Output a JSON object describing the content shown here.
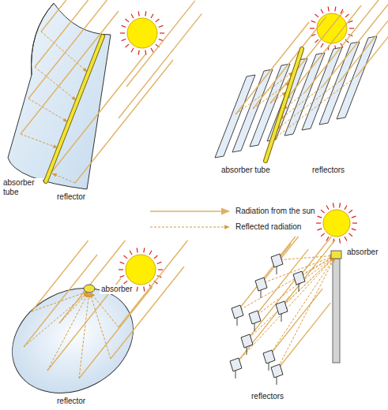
{
  "diagram": {
    "labels": [
      "absorber tube",
      "reflector",
      "absorber tube",
      "reflectors",
      "absorber",
      "reflector",
      "absorber",
      "reflectors"
    ],
    "legend": [
      {
        "text": "Radiation from the sun"
      },
      {
        "text": "Reflected radiation"
      }
    ]
  }
}
